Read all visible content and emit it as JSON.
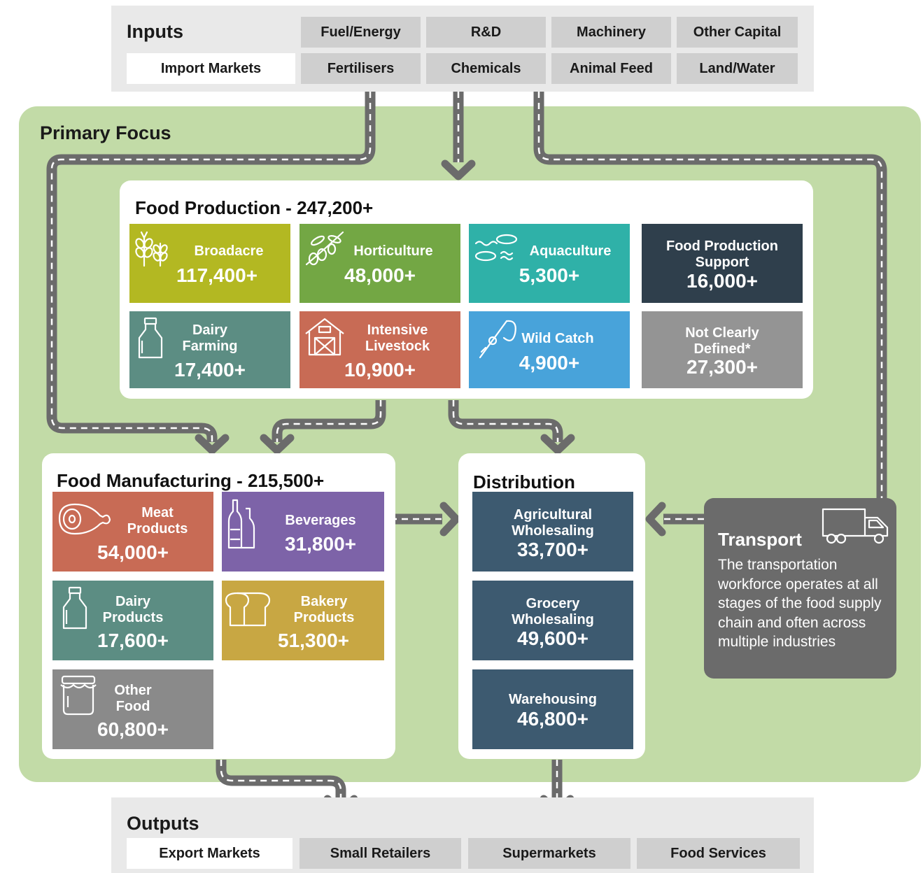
{
  "inputs": {
    "title": "Inputs",
    "items": [
      "Import Markets",
      "Fuel/Energy",
      "R&D",
      "Machinery",
      "Other Capital",
      "Fertilisers",
      "Chemicals",
      "Animal Feed",
      "Land/Water"
    ]
  },
  "primary": {
    "title": "Primary Focus"
  },
  "production": {
    "title": "Food Production - 247,200+",
    "tiles": [
      {
        "label": "Broadacre",
        "value": "117,400+",
        "color": "#b3b822",
        "icon": "wheat-icon"
      },
      {
        "label": "Horticulture",
        "value": "48,000+",
        "color": "#73a744",
        "icon": "olive-branch-icon"
      },
      {
        "label": "Aquaculture",
        "value": "5,300+",
        "color": "#2fb1a8",
        "icon": "fish-pond-icon"
      },
      {
        "label": "Food Production\nSupport",
        "value": "16,000+",
        "color": "#2f3f4c",
        "icon": ""
      },
      {
        "label": "Dairy\nFarming",
        "value": "17,400+",
        "color": "#5c8d83",
        "icon": "milk-bottle-icon"
      },
      {
        "label": "Intensive\nLivestock",
        "value": "10,900+",
        "color": "#c86b55",
        "icon": "barn-icon"
      },
      {
        "label": "Wild Catch",
        "value": "4,900+",
        "color": "#48a3da",
        "icon": "fishing-rod-icon"
      },
      {
        "label": "Not Clearly\nDefined*",
        "value": "27,300+",
        "color": "#949494",
        "icon": ""
      }
    ]
  },
  "manufacturing": {
    "title": "Food Manufacturing - 215,500+",
    "tiles": [
      {
        "label": "Meat\nProducts",
        "value": "54,000+",
        "color": "#c86b55",
        "icon": "ham-icon"
      },
      {
        "label": "Beverages",
        "value": "31,800+",
        "color": "#7d63a8",
        "icon": "bottles-icon"
      },
      {
        "label": "Dairy\nProducts",
        "value": "17,600+",
        "color": "#5c8d83",
        "icon": "milk-bottle-icon"
      },
      {
        "label": "Bakery\nProducts",
        "value": "51,300+",
        "color": "#c8a743",
        "icon": "bread-icon"
      },
      {
        "label": "Other\nFood",
        "value": "60,800+",
        "color": "#8a8a8a",
        "icon": "jar-icon"
      }
    ]
  },
  "distribution": {
    "title": "Distribution",
    "tiles": [
      {
        "label": "Agricultural\nWholesaling",
        "value": "33,700+",
        "color": "#3d5a70"
      },
      {
        "label": "Grocery\nWholesaling",
        "value": "49,600+",
        "color": "#3d5a70"
      },
      {
        "label": "Warehousing",
        "value": "46,800+",
        "color": "#3d5a70"
      }
    ]
  },
  "transport": {
    "title": "Transport",
    "description": "The transportation workforce operates at all stages of the food supply chain and often across multiple industries",
    "icon": "truck-icon"
  },
  "outputs": {
    "title": "Outputs",
    "items": [
      "Export Markets",
      "Small Retailers",
      "Supermarkets",
      "Food Services"
    ]
  },
  "colors": {
    "background_green": "#c2dba7",
    "road": "#6b6b6b",
    "panel_grey": "#e9e9e9",
    "chip_grey": "#cfcfcf"
  }
}
